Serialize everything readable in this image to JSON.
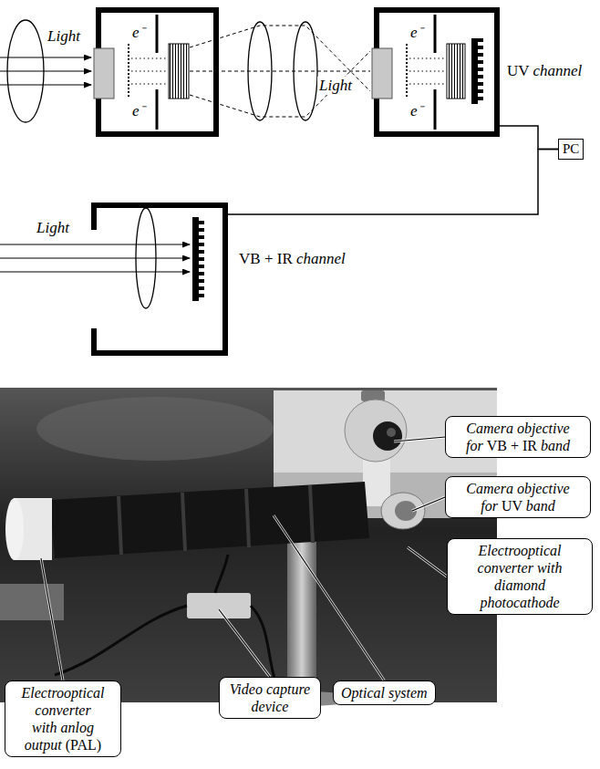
{
  "diagram": {
    "nodes": [
      {
        "text": [
          "e⁻",
          "e⁻"
        ]
      },
      {
        "text": [
          "e⁻",
          "e⁻",
          "UV channel"
        ]
      },
      {
        "text": [
          "PC"
        ]
      },
      {
        "text": [
          "VB + IR channel"
        ]
      },
      {
        "text": [
          "Camera objective for VB + IR band"
        ]
      },
      {
        "text": [
          "Camera objective for UV band"
        ]
      },
      {
        "text": [
          "Electrooptical converter with diamond photocathode"
        ]
      },
      {
        "text": [
          "Optical system"
        ]
      },
      {
        "text": [
          "Video capture device"
        ]
      },
      {
        "text": [
          "Electrooptical converter with anlog output (PAL)"
        ]
      }
    ],
    "edges": [
      {
        "from": 1,
        "to": 2,
        "arrow": "none"
      },
      {
        "from": 2,
        "to": 3,
        "arrow": "none"
      }
    ],
    "labels": [
      "Light",
      "Light",
      "Light"
    ]
  }
}
